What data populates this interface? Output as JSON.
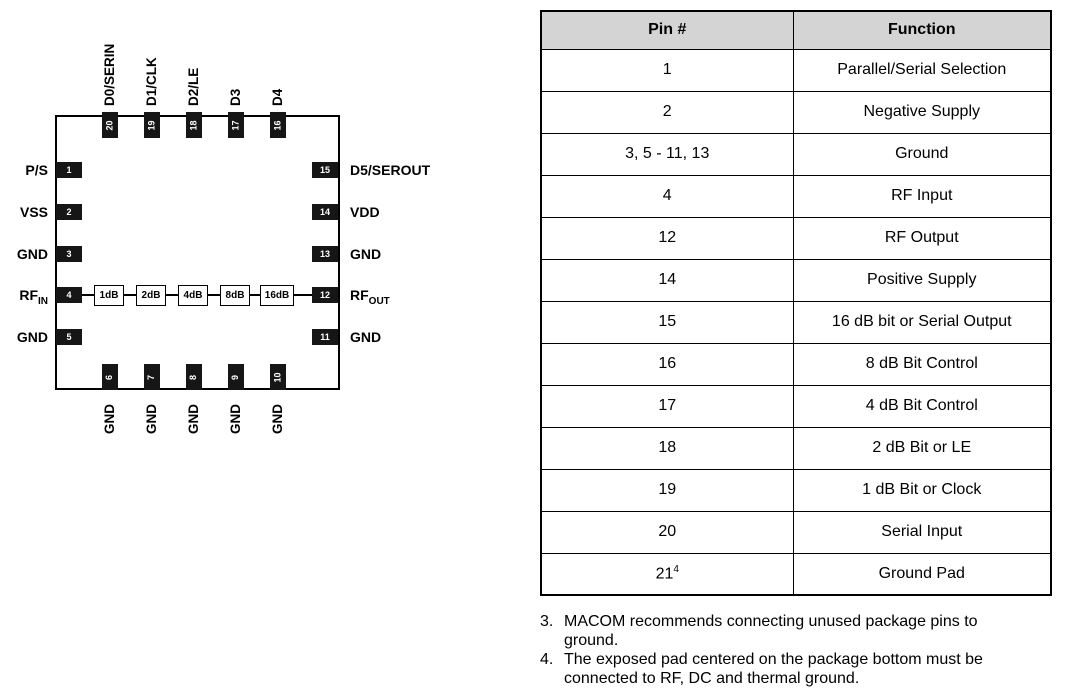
{
  "diagram": {
    "top_pins": [
      {
        "num": "20",
        "label": "D0/SERIN"
      },
      {
        "num": "19",
        "label": "D1/CLK"
      },
      {
        "num": "18",
        "label": "D2/LE"
      },
      {
        "num": "17",
        "label": "D3"
      },
      {
        "num": "16",
        "label": "D4"
      }
    ],
    "left_pins": [
      {
        "num": "1",
        "label": "P/S",
        "sub": ""
      },
      {
        "num": "2",
        "label": "VSS",
        "sub": ""
      },
      {
        "num": "3",
        "label": "GND",
        "sub": ""
      },
      {
        "num": "4",
        "label": "RF",
        "sub": "IN"
      },
      {
        "num": "5",
        "label": "GND",
        "sub": ""
      }
    ],
    "right_pins": [
      {
        "num": "15",
        "label": "D5/SEROUT",
        "sub": ""
      },
      {
        "num": "14",
        "label": "VDD",
        "sub": ""
      },
      {
        "num": "13",
        "label": "GND",
        "sub": ""
      },
      {
        "num": "12",
        "label": "RF",
        "sub": "OUT"
      },
      {
        "num": "11",
        "label": "GND",
        "sub": ""
      }
    ],
    "bottom_pins": [
      {
        "num": "6",
        "label": "GND"
      },
      {
        "num": "7",
        "label": "GND"
      },
      {
        "num": "8",
        "label": "GND"
      },
      {
        "num": "9",
        "label": "GND"
      },
      {
        "num": "10",
        "label": "GND"
      }
    ],
    "attenuators": [
      "1dB",
      "2dB",
      "4dB",
      "8dB",
      "16dB"
    ]
  },
  "table": {
    "headers": [
      "Pin #",
      "Function"
    ],
    "rows": [
      {
        "pin": "1",
        "pin_sup": "",
        "function": "Parallel/Serial Selection"
      },
      {
        "pin": "2",
        "pin_sup": "",
        "function": "Negative Supply"
      },
      {
        "pin": "3, 5 - 11, 13",
        "pin_sup": "",
        "function": "Ground"
      },
      {
        "pin": "4",
        "pin_sup": "",
        "function": "RF Input"
      },
      {
        "pin": "12",
        "pin_sup": "",
        "function": "RF Output"
      },
      {
        "pin": "14",
        "pin_sup": "",
        "function": "Positive Supply"
      },
      {
        "pin": "15",
        "pin_sup": "",
        "function": "16 dB bit or Serial Output"
      },
      {
        "pin": "16",
        "pin_sup": "",
        "function": "8 dB Bit Control"
      },
      {
        "pin": "17",
        "pin_sup": "",
        "function": "4 dB Bit Control"
      },
      {
        "pin": "18",
        "pin_sup": "",
        "function": "2 dB Bit or LE"
      },
      {
        "pin": "19",
        "pin_sup": "",
        "function": "1 dB Bit or Clock"
      },
      {
        "pin": "20",
        "pin_sup": "",
        "function": "Serial Input"
      },
      {
        "pin": "21",
        "pin_sup": "4",
        "function": "Ground Pad"
      }
    ]
  },
  "notes": [
    {
      "num": "3.",
      "text": "MACOM recommends connecting unused package pins to ground."
    },
    {
      "num": "4.",
      "text": "The exposed pad centered on the package bottom must be connected to RF, DC and thermal ground."
    }
  ]
}
